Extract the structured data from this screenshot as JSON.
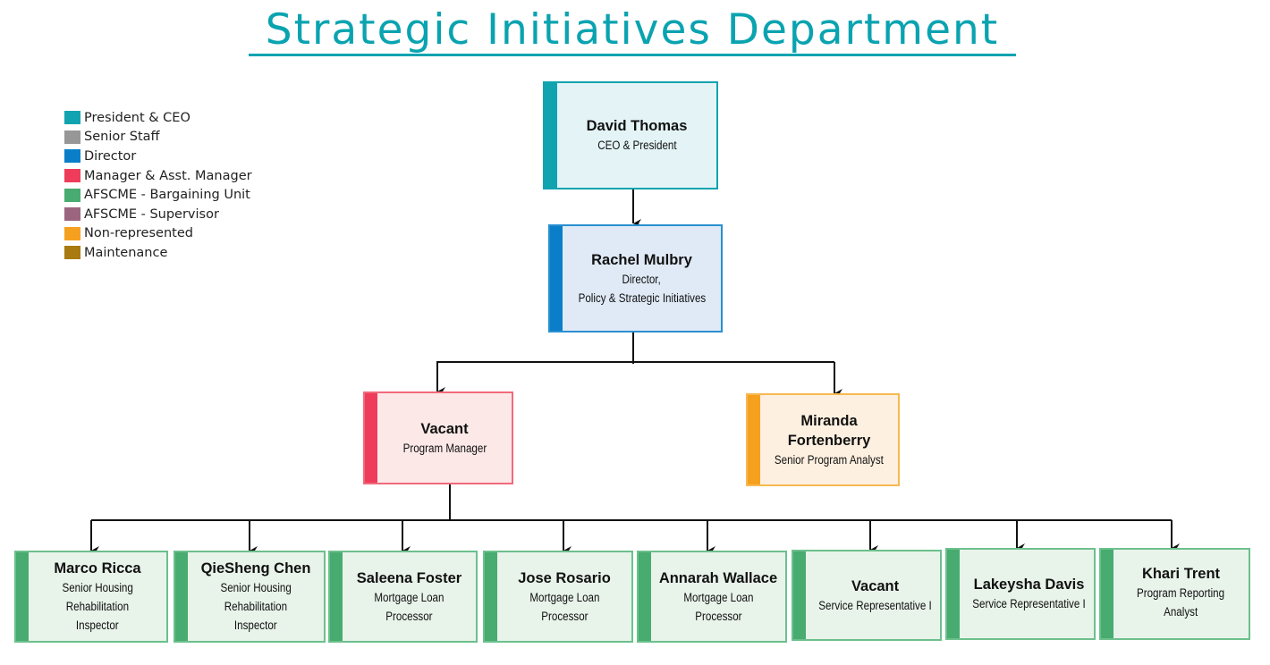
{
  "title": "Strategic Initiatives Department",
  "legend": [
    {
      "label": "President & CEO",
      "color": "#12a3b0"
    },
    {
      "label": "Senior Staff",
      "color": "#979797"
    },
    {
      "label": "Director",
      "color": "#0a7ec8"
    },
    {
      "label": "Manager & Asst. Manager",
      "color": "#ee3c5a"
    },
    {
      "label": "AFSCME - Bargaining Unit",
      "color": "#48ab70"
    },
    {
      "label": "AFSCME - Supervisor",
      "color": "#9b6580"
    },
    {
      "label": "Non-represented",
      "color": "#f6a020"
    },
    {
      "label": "Maintenance",
      "color": "#a87a10"
    }
  ],
  "nodes": {
    "ceo": {
      "name": "David Thomas",
      "role_lines": [
        "CEO & President"
      ],
      "category": "President & CEO",
      "color": "#12a3b0",
      "fill": "#e4f4f6"
    },
    "director": {
      "name": "Rachel Mulbry",
      "role_lines": [
        "Director,",
        "Policy & Strategic Initiatives"
      ],
      "category": "Director",
      "color": "#0a7ec8",
      "fill": "#e0eaf6"
    },
    "manager": {
      "name": "Vacant",
      "role_lines": [
        "Program Manager"
      ],
      "category": "Manager & Asst. Manager",
      "color": "#ee3c5a",
      "fill": "#fde8e8"
    },
    "analyst": {
      "name": "Miranda Fortenberry",
      "name_lines": [
        "Miranda",
        "Fortenberry"
      ],
      "role_lines": [
        "Senior Program Analyst"
      ],
      "category": "Non-represented",
      "color": "#f6a020",
      "fill": "#fef0e0"
    },
    "staff": [
      {
        "name": "Marco Ricca",
        "role_lines": [
          "Senior Housing",
          "Rehabilitation",
          "Inspector"
        ]
      },
      {
        "name": "QieSheng Chen",
        "role_lines": [
          "Senior Housing",
          "Rehabilitation",
          "Inspector"
        ]
      },
      {
        "name": "Saleena Foster",
        "role_lines": [
          "Mortgage Loan",
          "Processor"
        ]
      },
      {
        "name": "Jose Rosario",
        "role_lines": [
          "Mortgage Loan",
          "Processor"
        ]
      },
      {
        "name": "Annarah Wallace",
        "role_lines": [
          "Mortgage Loan",
          "Processor"
        ]
      },
      {
        "name": "Vacant",
        "role_lines": [
          "Service Representative I"
        ]
      },
      {
        "name": "Lakeysha Davis",
        "role_lines": [
          "Service Representative I"
        ]
      },
      {
        "name": "Khari Trent",
        "role_lines": [
          "Program Reporting",
          "Analyst"
        ]
      }
    ],
    "staff_category": "AFSCME - Bargaining Unit",
    "staff_color": "#48ab70",
    "staff_fill": "#e8f3ea"
  }
}
